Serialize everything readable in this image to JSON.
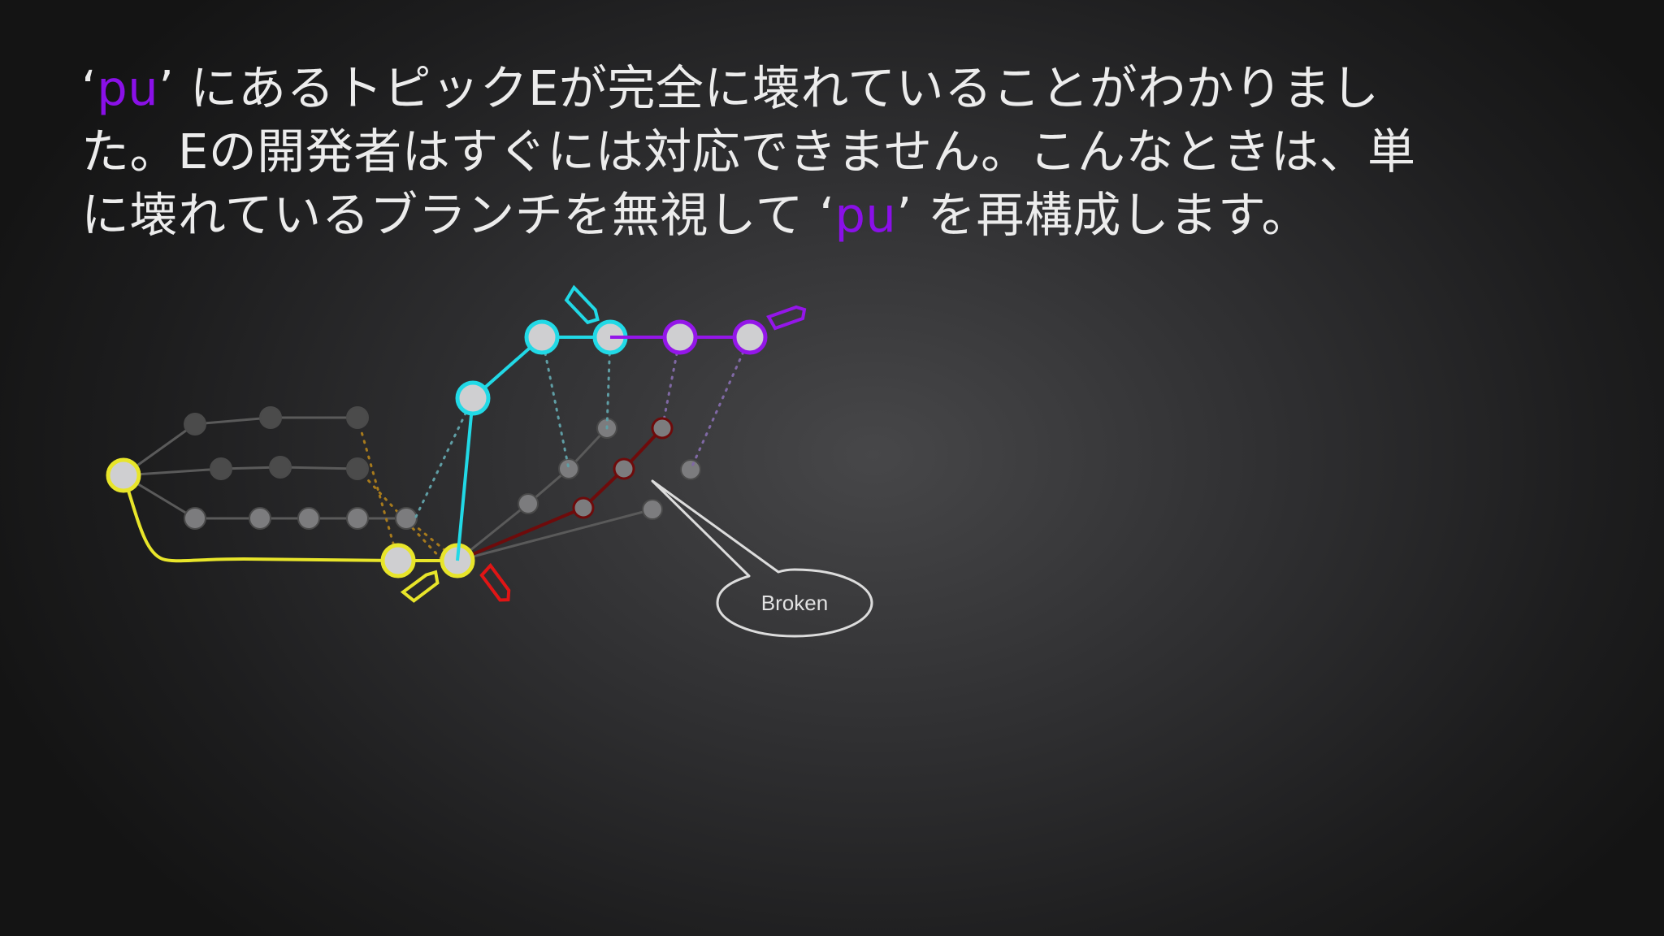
{
  "slide": {
    "caption_lines": [
      {
        "before": "‘",
        "highlight": "pu",
        "after": "’ にあるトピックEが完全に壊れていることがわかりまし"
      },
      {
        "before": "た。Eの開発者はすぐには対応できません。こんなときは、単",
        "highlight": "",
        "after": ""
      },
      {
        "before": "に壊れているブランチを無視して ‘",
        "highlight": "pu",
        "after": "’ を再構成します。"
      }
    ],
    "highlight_color": "#8a10e8"
  },
  "diagram": {
    "callout_text": "Broken",
    "colors": {
      "master": "#e8e52a",
      "next": "#21d9e6",
      "pu": "#9416e9",
      "broken_topic": "#6e0b0b",
      "broken_tag": "#e01515",
      "inactive": "#5a5a5a",
      "commit_fill": "#cfcfd1"
    },
    "branch_tags": [
      "master-tag",
      "next-tag",
      "pu-tag",
      "broken-topic-tag"
    ]
  }
}
